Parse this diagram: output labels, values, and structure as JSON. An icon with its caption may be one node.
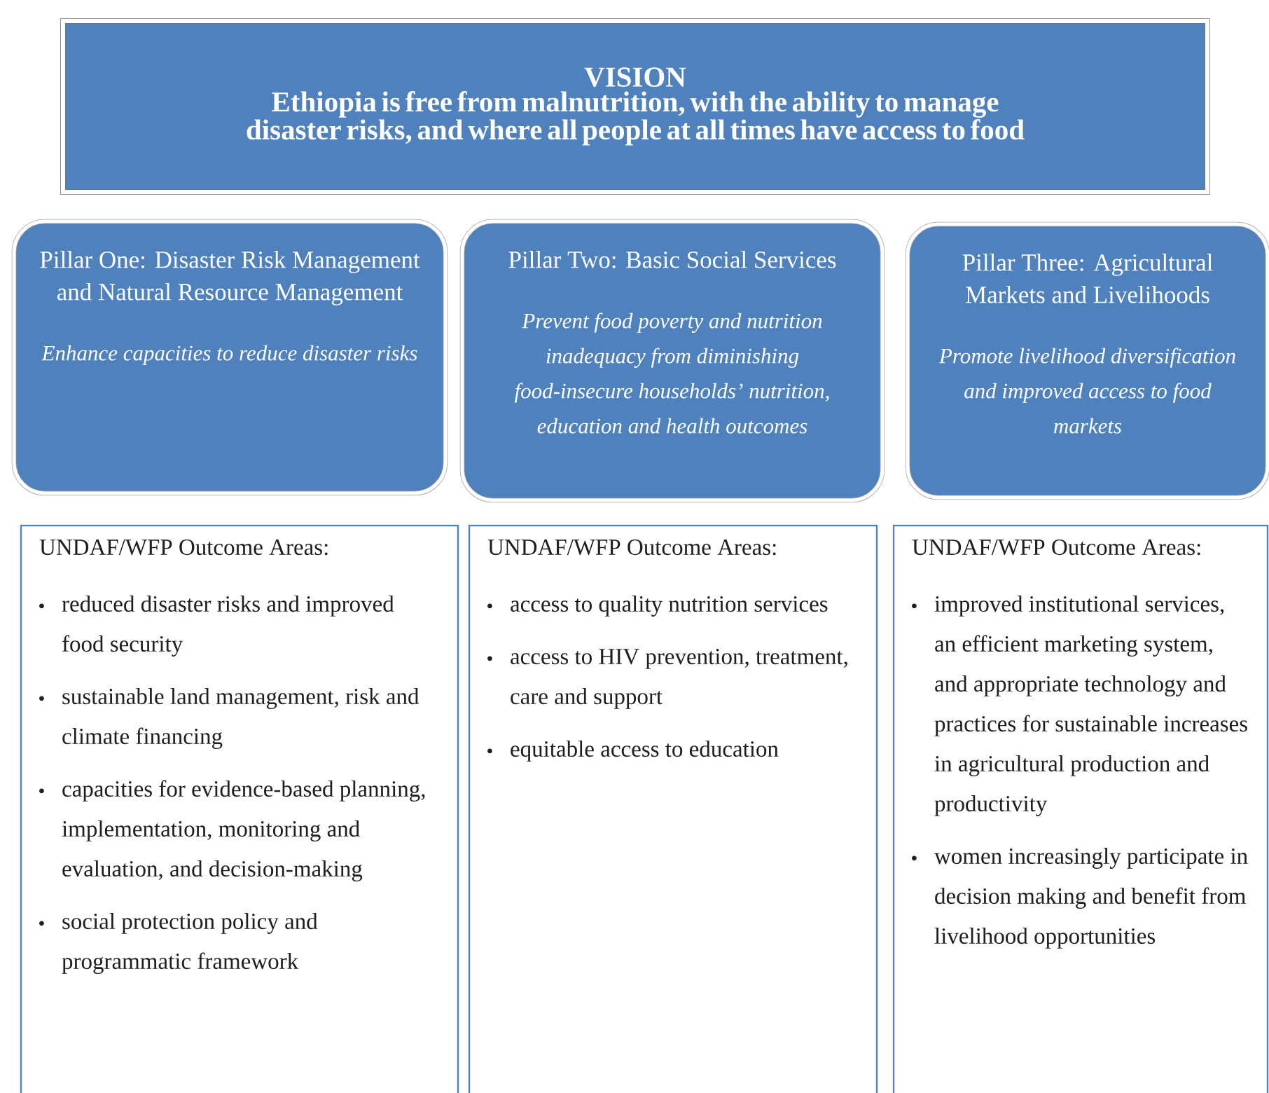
{
  "diagram": {
    "nodes": [
      {
        "text": [
          "VISION",
          "Ethiopia is free from malnutrition, with the ability to manage disaster risks, and where all people at all times have access to food"
        ]
      },
      {
        "text": [
          "Pillar One: Disaster Risk Management and Natural Resource Management",
          "Enhance capacities to reduce disaster risks"
        ]
      },
      {
        "text": [
          "Pillar Two: Basic Social Services",
          "Prevent food poverty and nutrition inadequacy from diminishing food-insecure households’ nutrition, education and health outcomes"
        ]
      },
      {
        "text": [
          "Pillar Three: Agricultural Markets and Livelihoods",
          "Promote livelihood diversification and improved access to food markets"
        ]
      },
      {
        "text": [
          "UNDAF/WFP Outcome Areas:",
          "reduced disaster risks and improved food security",
          "sustainable land management, risk and climate financing",
          "capacities for evidence-based planning, implementation, monitoring and evaluation, and decision-making",
          "social protection policy and programmatic framework"
        ]
      },
      {
        "text": [
          "UNDAF/WFP Outcome Areas:",
          "access to quality nutrition services",
          "access to HIV prevention, treatment, care and support",
          "equitable access to education"
        ]
      },
      {
        "text": [
          "UNDAF/WFP Outcome Areas:",
          "improved institutional services, an efficient marketing system, and appropriate technology and practices for sustainable increases in agricultural production and productivity",
          "women increasingly participate in decision making and benefit from livelihood opportunities"
        ]
      }
    ],
    "edges": []
  }
}
